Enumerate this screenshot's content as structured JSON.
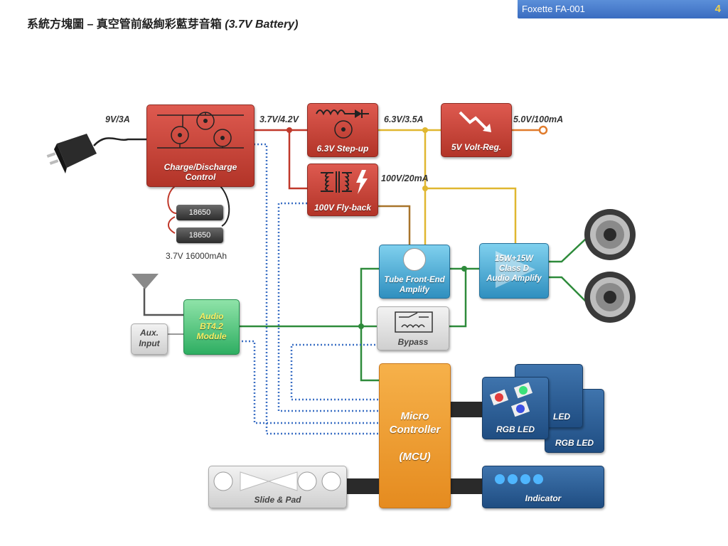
{
  "header": {
    "title": "系統方塊圖 – 真空管前級絢彩藍芽音箱",
    "subtitle": "(3.7V Battery)"
  },
  "topbar": {
    "label": "Foxette FA-001",
    "page": "4"
  },
  "labels": {
    "in_9v": "9V/3A",
    "rail_37": "3.7V/4.2V",
    "rail_63": "6.3V/3.5A",
    "rail_5v": "5.0V/100mA",
    "rail_100v": "100V/20mA"
  },
  "blocks": {
    "charge": "Charge/Discharge\nControl",
    "stepup": "6.3V Step-up",
    "flyback": "100V Fly-back",
    "voltreg": "5V Volt-Reg.",
    "tube": "Tube Front-End\nAmplify",
    "classd": "15W+15W\nClass D\nAudio Amplify",
    "bypass": "Bypass",
    "bt": "Audio\nBT4.2\nModule",
    "aux": "Aux.\nInput",
    "mcu": "Micro\nController\n\n(MCU)",
    "rgb_front": "RGB LED",
    "rgb_mid": "LED",
    "rgb_back": "RGB LED",
    "slide": "Slide & Pad",
    "indicator": "Indicator"
  },
  "battery": {
    "cell1": "18650",
    "cell2": "18650",
    "caption": "3.7V 16000mAh"
  },
  "colors": {
    "power_wire": "#c0392b",
    "rail_6v3": "#e0b730",
    "rail_hv": "#a8742b",
    "audio": "#2e8b3b",
    "control": "#3a6fc4",
    "io_bus": "#333333"
  }
}
